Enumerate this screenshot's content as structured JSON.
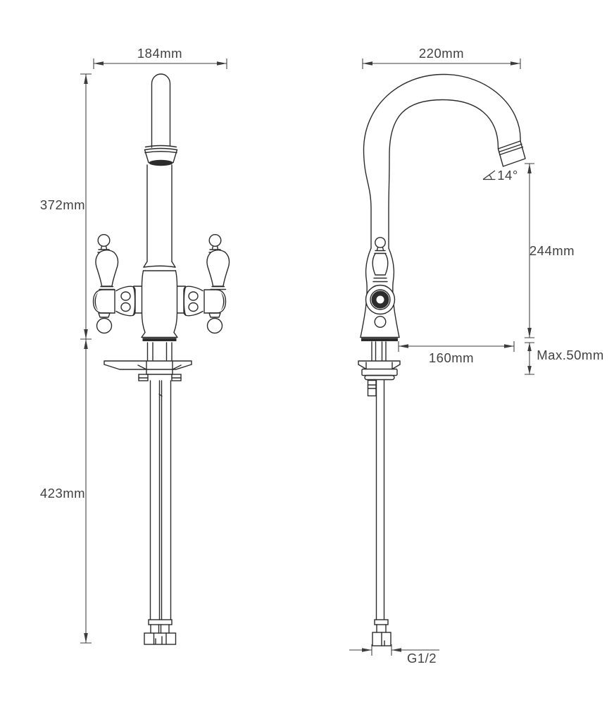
{
  "drawing": {
    "kind": "technical dimension drawing",
    "subject": "dual-handle swan-neck kitchen mixer tap, front and side views",
    "line_color": "#2c2c2c",
    "dim_color": "#3c3c3c",
    "background": "#ffffff"
  },
  "front_view": {
    "labels": {
      "width": "184mm",
      "height_above_deck": "372mm",
      "height_below_deck": "423mm"
    }
  },
  "side_view": {
    "labels": {
      "depth": "220mm",
      "outlet_height": "244mm",
      "spout_reach": "160mm",
      "max_deck_thickness": "Max.50mm",
      "outlet_angle": "14°",
      "thread_size": "G1/2"
    }
  }
}
